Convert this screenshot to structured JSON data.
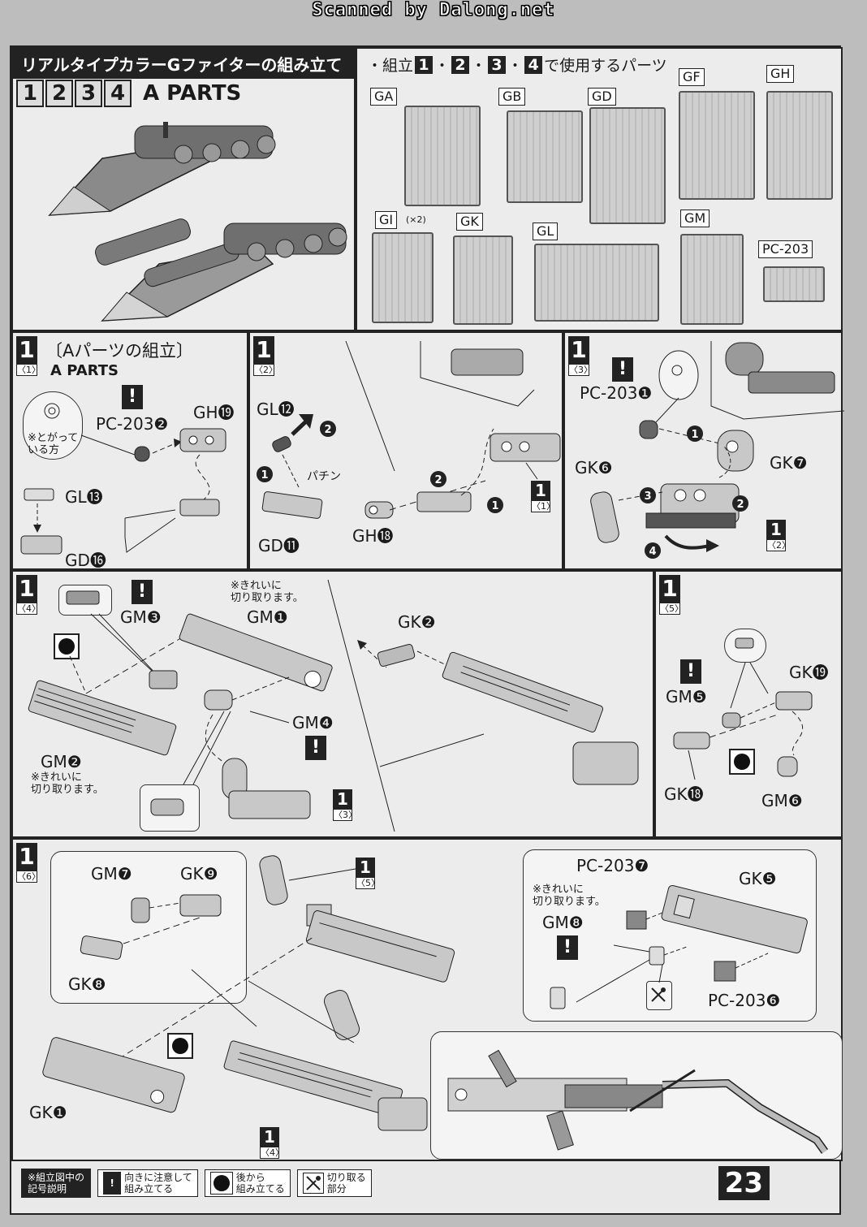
{
  "scan_banner": "Scanned by Dalong.net",
  "header": {
    "title": "リアルタイプカラーGファイターの組み立て",
    "step_numbers": [
      "1",
      "2",
      "3",
      "4"
    ],
    "subtitle": "A PARTS"
  },
  "parts_used": {
    "prefix": "・組立",
    "steps": [
      "1",
      "2",
      "3",
      "4"
    ],
    "separator": "・",
    "suffix": "で使用するパーツ",
    "runners": [
      "GA",
      "GB",
      "GD",
      "GF",
      "GH",
      "GI",
      "GK",
      "GL",
      "GM",
      "PC-203"
    ],
    "gi_count": "(×2)"
  },
  "step1_1": {
    "num": "1",
    "sub": "〈1〉",
    "heading": "〔Aパーツの組立〕",
    "subheading": "A PARTS",
    "note": "※とがって\nいる方",
    "labels": {
      "pc": "PC-203❷",
      "gh": "GH⓳",
      "gl": "GL⓭",
      "gd": "GD⓰"
    }
  },
  "step1_2": {
    "num": "1",
    "sub": "〈2〉",
    "labels": {
      "gl": "GL⓬",
      "gd": "GD⓫",
      "gh": "GH⓲"
    },
    "sfx": "パチン",
    "ref": {
      "num": "1",
      "sub": "〈1〉"
    },
    "arrows": [
      "1",
      "2"
    ]
  },
  "step1_3": {
    "num": "1",
    "sub": "〈3〉",
    "labels": {
      "pc": "PC-203❶",
      "gk6": "GK❻",
      "gk7": "GK❼"
    },
    "ref": {
      "num": "1",
      "sub": "〈2〉"
    },
    "arrows": [
      "1",
      "2",
      "3",
      "4"
    ]
  },
  "step1_4": {
    "num": "1",
    "sub": "〈4〉",
    "labels": {
      "gm3": "GM❸",
      "gm1": "GM❶",
      "gm2": "GM❷",
      "gm4": "GM❹",
      "gk2": "GK❷"
    },
    "note_top": "※きれいに\n切り取ります。",
    "note_bottom": "※きれいに\n切り取ります。",
    "ref": {
      "num": "1",
      "sub": "〈3〉"
    }
  },
  "step1_5": {
    "num": "1",
    "sub": "〈5〉",
    "labels": {
      "gm5": "GM❺",
      "gk19": "GK⓳",
      "gk18": "GK⓲",
      "gm6": "GM❻"
    }
  },
  "step1_6": {
    "num": "1",
    "sub": "〈6〉",
    "labels": {
      "gm7": "GM❼",
      "gk9": "GK❾",
      "gk8": "GK❽",
      "gk1": "GK❶",
      "pc7": "PC-203❼",
      "gk5": "GK❺",
      "gm8": "GM❽",
      "pc6": "PC-203❻"
    },
    "note": "※きれいに\n切り取ります。",
    "ref_a": {
      "num": "1",
      "sub": "〈5〉"
    },
    "ref_b": {
      "num": "1",
      "sub": "〈4〉"
    }
  },
  "legend": {
    "key": "※組立図中の\n記号説明",
    "items": [
      {
        "icon": "caution-icon",
        "text": "向きに注意して\n組み立てる"
      },
      {
        "icon": "back-assembly-icon",
        "text": "後から\n組み立てる"
      },
      {
        "icon": "cut-icon",
        "text": "切り取る\n部分"
      }
    ]
  },
  "page_number": "23",
  "colors": {
    "ink": "#222222",
    "paper": "#e9e9e9",
    "part": "#b8b8b8"
  }
}
